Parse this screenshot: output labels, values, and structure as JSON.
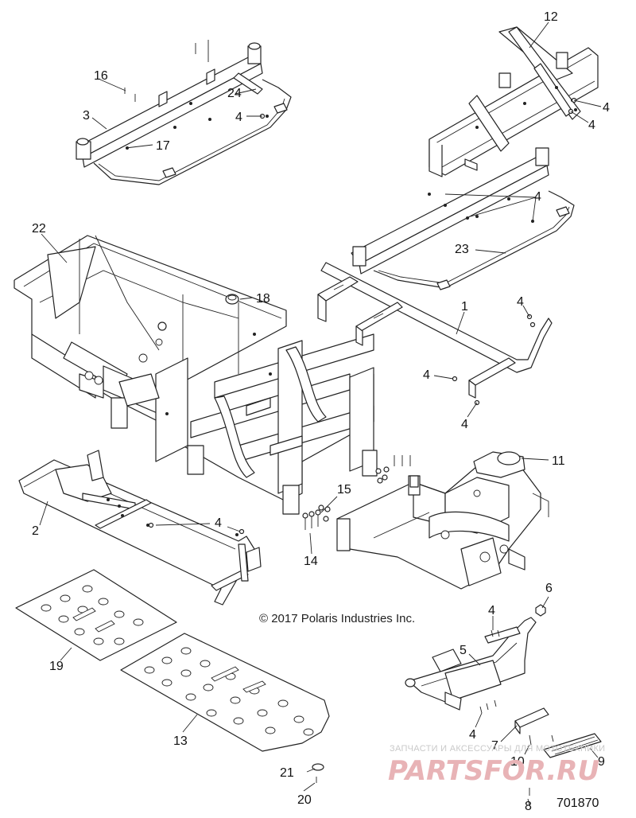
{
  "diagram": {
    "copyright": "© 2017 Polaris Industries Inc.",
    "figure_number": "701870",
    "watermark": {
      "small": "ЗАПЧАСТИ И АКСЕССУАРЫ ДЛЯ МОТОТЕХНИКИ",
      "logo": "PARTSFOR.RU"
    },
    "callouts": {
      "c1": "1",
      "c2": "2",
      "c3": "3",
      "c4a": "4",
      "c4b": "4",
      "c4c": "4",
      "c4d": "4",
      "c4e": "4",
      "c4f": "4",
      "c4g": "4",
      "c4h": "4",
      "c4i": "4",
      "c4j": "4",
      "c5": "5",
      "c6": "6",
      "c7": "7",
      "c8": "8",
      "c9": "9",
      "c10": "10",
      "c11": "11",
      "c12": "12",
      "c13": "13",
      "c14": "14",
      "c15": "15",
      "c16": "16",
      "c17": "17",
      "c18": "18",
      "c19": "19",
      "c20": "20",
      "c21": "21",
      "c22": "22",
      "c23": "23",
      "c24": "24"
    }
  }
}
